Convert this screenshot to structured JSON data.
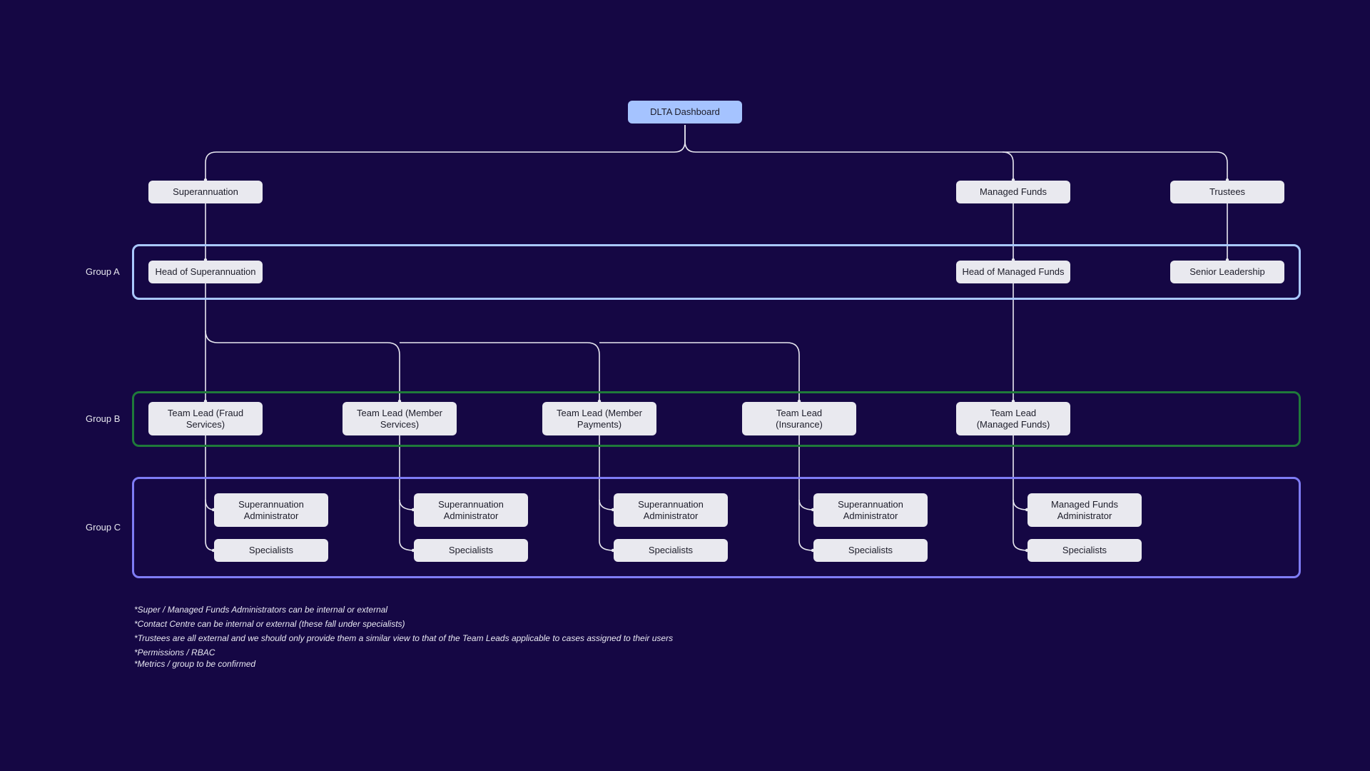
{
  "colors": {
    "background": "#150744",
    "node_fill": "#e9e9ef",
    "root_fill": "#a5c3ff",
    "connector": "#e8e8f0",
    "group_a_border": "#a9c8ff",
    "group_b_border": "#1f7a3a",
    "group_c_border": "#7f7cf5"
  },
  "root": {
    "label": "DLTA Dashboard"
  },
  "departments": {
    "superannuation": "Superannuation",
    "managed_funds": "Managed Funds",
    "trustees": "Trustees"
  },
  "groups": {
    "a": {
      "label": "Group A",
      "nodes": {
        "head_super": "Head of Superannuation",
        "head_mf": "Head of Managed Funds",
        "senior": "Senior Leadership"
      }
    },
    "b": {
      "label": "Group B",
      "nodes": {
        "tl_fraud": "Team Lead (Fraud\nServices)",
        "tl_member_services": "Team Lead (Member\nServices)",
        "tl_member_payments": "Team Lead (Member\nPayments)",
        "tl_insurance": "Team Lead\n(Insurance)",
        "tl_mf": "Team Lead\n(Managed Funds)"
      }
    },
    "c": {
      "label": "Group C",
      "nodes": {
        "admin_1": "Superannuation\nAdministrator",
        "spec_1": "Specialists",
        "admin_2": "Superannuation\nAdministrator",
        "spec_2": "Specialists",
        "admin_3": "Superannuation\nAdministrator",
        "spec_3": "Specialists",
        "admin_4": "Superannuation\nAdministrator",
        "spec_4": "Specialists",
        "admin_5": "Managed Funds\nAdministrator",
        "spec_5": "Specialists"
      }
    }
  },
  "footnotes": [
    "*Super / Managed Funds Administrators can be internal or external",
    "*Contact Centre can be internal or external (these fall under specialists)",
    "*Trustees are all external and we should only provide them a similar view to that of the Team Leads applicable to cases assigned to their users",
    "*Permissions / RBAC",
    "*Metrics / group to be confirmed"
  ]
}
